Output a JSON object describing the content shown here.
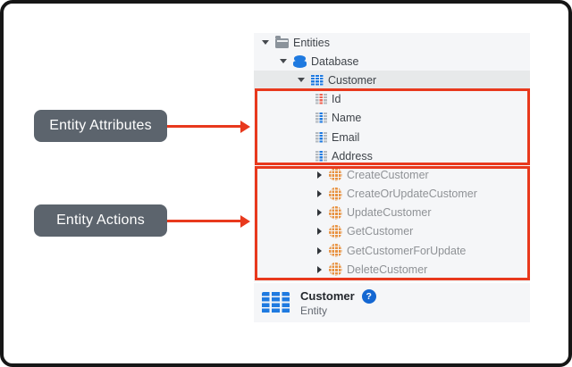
{
  "colors": {
    "accent_red": "#e8391d",
    "callout_bg": "#5c646d",
    "icon_blue": "#1f7ae0",
    "icon_orange": "#e8913f",
    "key_accent": "#ee6352",
    "icon_gray": "#b4b9bf",
    "panel_bg": "#f5f6f8",
    "selected_bg": "#e7e9ea",
    "help_blue": "#1467d2"
  },
  "callouts": {
    "attributes_label": "Entity Attributes",
    "actions_label": "Entity Actions"
  },
  "tree": {
    "rows": [
      {
        "label": "Entities",
        "depth": 0,
        "expander": "down",
        "icon": "folder",
        "selected": false
      },
      {
        "label": "Database",
        "depth": 1,
        "expander": "down",
        "icon": "database",
        "selected": false
      },
      {
        "label": "Customer",
        "depth": 2,
        "expander": "down",
        "icon": "entity",
        "selected": true
      },
      {
        "label": "Id",
        "depth": 3,
        "expander": "none",
        "icon": "key-attribute",
        "selected": false
      },
      {
        "label": "Name",
        "depth": 3,
        "expander": "none",
        "icon": "attribute",
        "selected": false
      },
      {
        "label": "Email",
        "depth": 3,
        "expander": "none",
        "icon": "attribute",
        "selected": false
      },
      {
        "label": "Address",
        "depth": 3,
        "expander": "none",
        "icon": "attribute",
        "selected": false
      },
      {
        "label": "CreateCustomer",
        "depth": 3,
        "expander": "right",
        "icon": "action",
        "selected": false
      },
      {
        "label": "CreateOrUpdateCustomer",
        "depth": 3,
        "expander": "right",
        "icon": "action",
        "selected": false
      },
      {
        "label": "UpdateCustomer",
        "depth": 3,
        "expander": "right",
        "icon": "action",
        "selected": false
      },
      {
        "label": "GetCustomer",
        "depth": 3,
        "expander": "right",
        "icon": "action",
        "selected": false
      },
      {
        "label": "GetCustomerForUpdate",
        "depth": 3,
        "expander": "right",
        "icon": "action",
        "selected": false
      },
      {
        "label": "DeleteCustomer",
        "depth": 3,
        "expander": "right",
        "icon": "action",
        "selected": false
      }
    ]
  },
  "detail": {
    "title": "Customer",
    "subtitle": "Entity",
    "help_glyph": "?"
  }
}
